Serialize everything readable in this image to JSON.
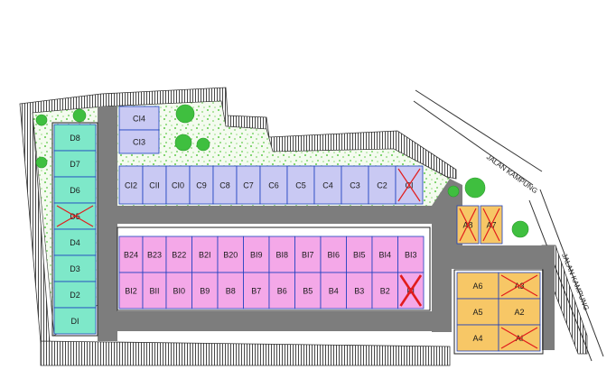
{
  "colors": {
    "road": "#7d7d7d",
    "road_dark": "#6a6a6a",
    "garden": "#f4fbef",
    "garden_dot": "#5ec94a",
    "tree": "#3fbf3f",
    "block_d": "#7ee8c9",
    "block_c": "#c9c9f3",
    "block_b": "#f4a8e8",
    "block_a": "#f7c766",
    "grid_line": "#1b3fbf",
    "sold_mark": "#e21c1c",
    "outline": "#222222"
  },
  "road_labels": {
    "upper": "JALAN KAMPUNG",
    "lower": "JALAN KAMPUNG"
  },
  "blocks": {
    "D": {
      "lots": [
        {
          "label": "D8",
          "sold": false
        },
        {
          "label": "D7",
          "sold": false
        },
        {
          "label": "D6",
          "sold": false
        },
        {
          "label": "D5",
          "sold": true
        },
        {
          "label": "D4",
          "sold": false
        },
        {
          "label": "D3",
          "sold": false
        },
        {
          "label": "D2",
          "sold": false
        },
        {
          "label": "DI",
          "sold": false
        }
      ]
    },
    "C_vertical": {
      "lots": [
        {
          "label": "CI4",
          "sold": false
        },
        {
          "label": "CI3",
          "sold": false
        }
      ]
    },
    "C_row": {
      "lots": [
        {
          "label": "CI2",
          "sold": false
        },
        {
          "label": "CII",
          "sold": false
        },
        {
          "label": "CI0",
          "sold": false
        },
        {
          "label": "C9",
          "sold": false
        },
        {
          "label": "C8",
          "sold": false
        },
        {
          "label": "C7",
          "sold": false
        },
        {
          "label": "C6",
          "sold": false
        },
        {
          "label": "C5",
          "sold": false
        },
        {
          "label": "C4",
          "sold": false
        },
        {
          "label": "C3",
          "sold": false
        },
        {
          "label": "C2",
          "sold": false
        },
        {
          "label": "CI",
          "sold": true
        }
      ]
    },
    "B_top": {
      "lots": [
        {
          "label": "B24",
          "sold": false
        },
        {
          "label": "B23",
          "sold": false
        },
        {
          "label": "B22",
          "sold": false
        },
        {
          "label": "B2I",
          "sold": false
        },
        {
          "label": "B20",
          "sold": false
        },
        {
          "label": "BI9",
          "sold": false
        },
        {
          "label": "BI8",
          "sold": false
        },
        {
          "label": "BI7",
          "sold": false
        },
        {
          "label": "BI6",
          "sold": false
        },
        {
          "label": "BI5",
          "sold": false
        },
        {
          "label": "BI4",
          "sold": false
        },
        {
          "label": "BI3",
          "sold": false
        }
      ]
    },
    "B_bottom": {
      "lots": [
        {
          "label": "BI2",
          "sold": false
        },
        {
          "label": "BII",
          "sold": false
        },
        {
          "label": "BI0",
          "sold": false
        },
        {
          "label": "B9",
          "sold": false
        },
        {
          "label": "B8",
          "sold": false
        },
        {
          "label": "B7",
          "sold": false
        },
        {
          "label": "B6",
          "sold": false
        },
        {
          "label": "B5",
          "sold": false
        },
        {
          "label": "B4",
          "sold": false
        },
        {
          "label": "B3",
          "sold": false
        },
        {
          "label": "B2",
          "sold": false
        },
        {
          "label": "BI",
          "sold": true
        }
      ]
    },
    "A_upper": {
      "lots": [
        {
          "label": "A8",
          "sold": true
        },
        {
          "label": "A7",
          "sold": true
        }
      ]
    },
    "A_grid": {
      "lots": [
        {
          "label": "A6",
          "sold": false
        },
        {
          "label": "A3",
          "sold": true
        },
        {
          "label": "A5",
          "sold": false
        },
        {
          "label": "A2",
          "sold": false
        },
        {
          "label": "A4",
          "sold": false
        },
        {
          "label": "AI",
          "sold": true
        }
      ]
    }
  }
}
